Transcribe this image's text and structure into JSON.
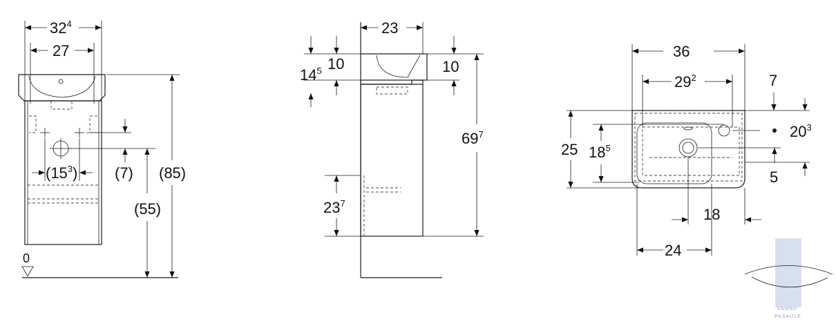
{
  "front_view": {
    "overall_width": {
      "main": "32",
      "sup": "4"
    },
    "inner_width": "27",
    "waste_spacing": {
      "open": "(15",
      "sup": "3",
      "close": ")"
    },
    "offset_small": "(7)",
    "waste_height": "(55)",
    "total_height": "(85)",
    "floor_label": "0"
  },
  "side_view": {
    "depth": "23",
    "top_left": "10",
    "top_right": "10",
    "basin_depth": {
      "main": "14",
      "sup": "5"
    },
    "cabinet_height": {
      "main": "69",
      "sup": "7"
    },
    "lower_section": {
      "main": "23",
      "sup": "7"
    }
  },
  "top_view": {
    "outer_width": "36",
    "inner_width": {
      "main": "29",
      "sup": "2"
    },
    "top_offset": "7",
    "tap_offset": {
      "main": "20",
      "sup": "3"
    },
    "depth": "25",
    "inner_depth": {
      "main": "18",
      "sup": "5"
    },
    "drain_offset": "5",
    "drain_right": "18",
    "drain_left": "24"
  },
  "watermark": {
    "line1": "VANNU",
    "line2": "PASAULE",
    "color": "#c9d6ea"
  }
}
